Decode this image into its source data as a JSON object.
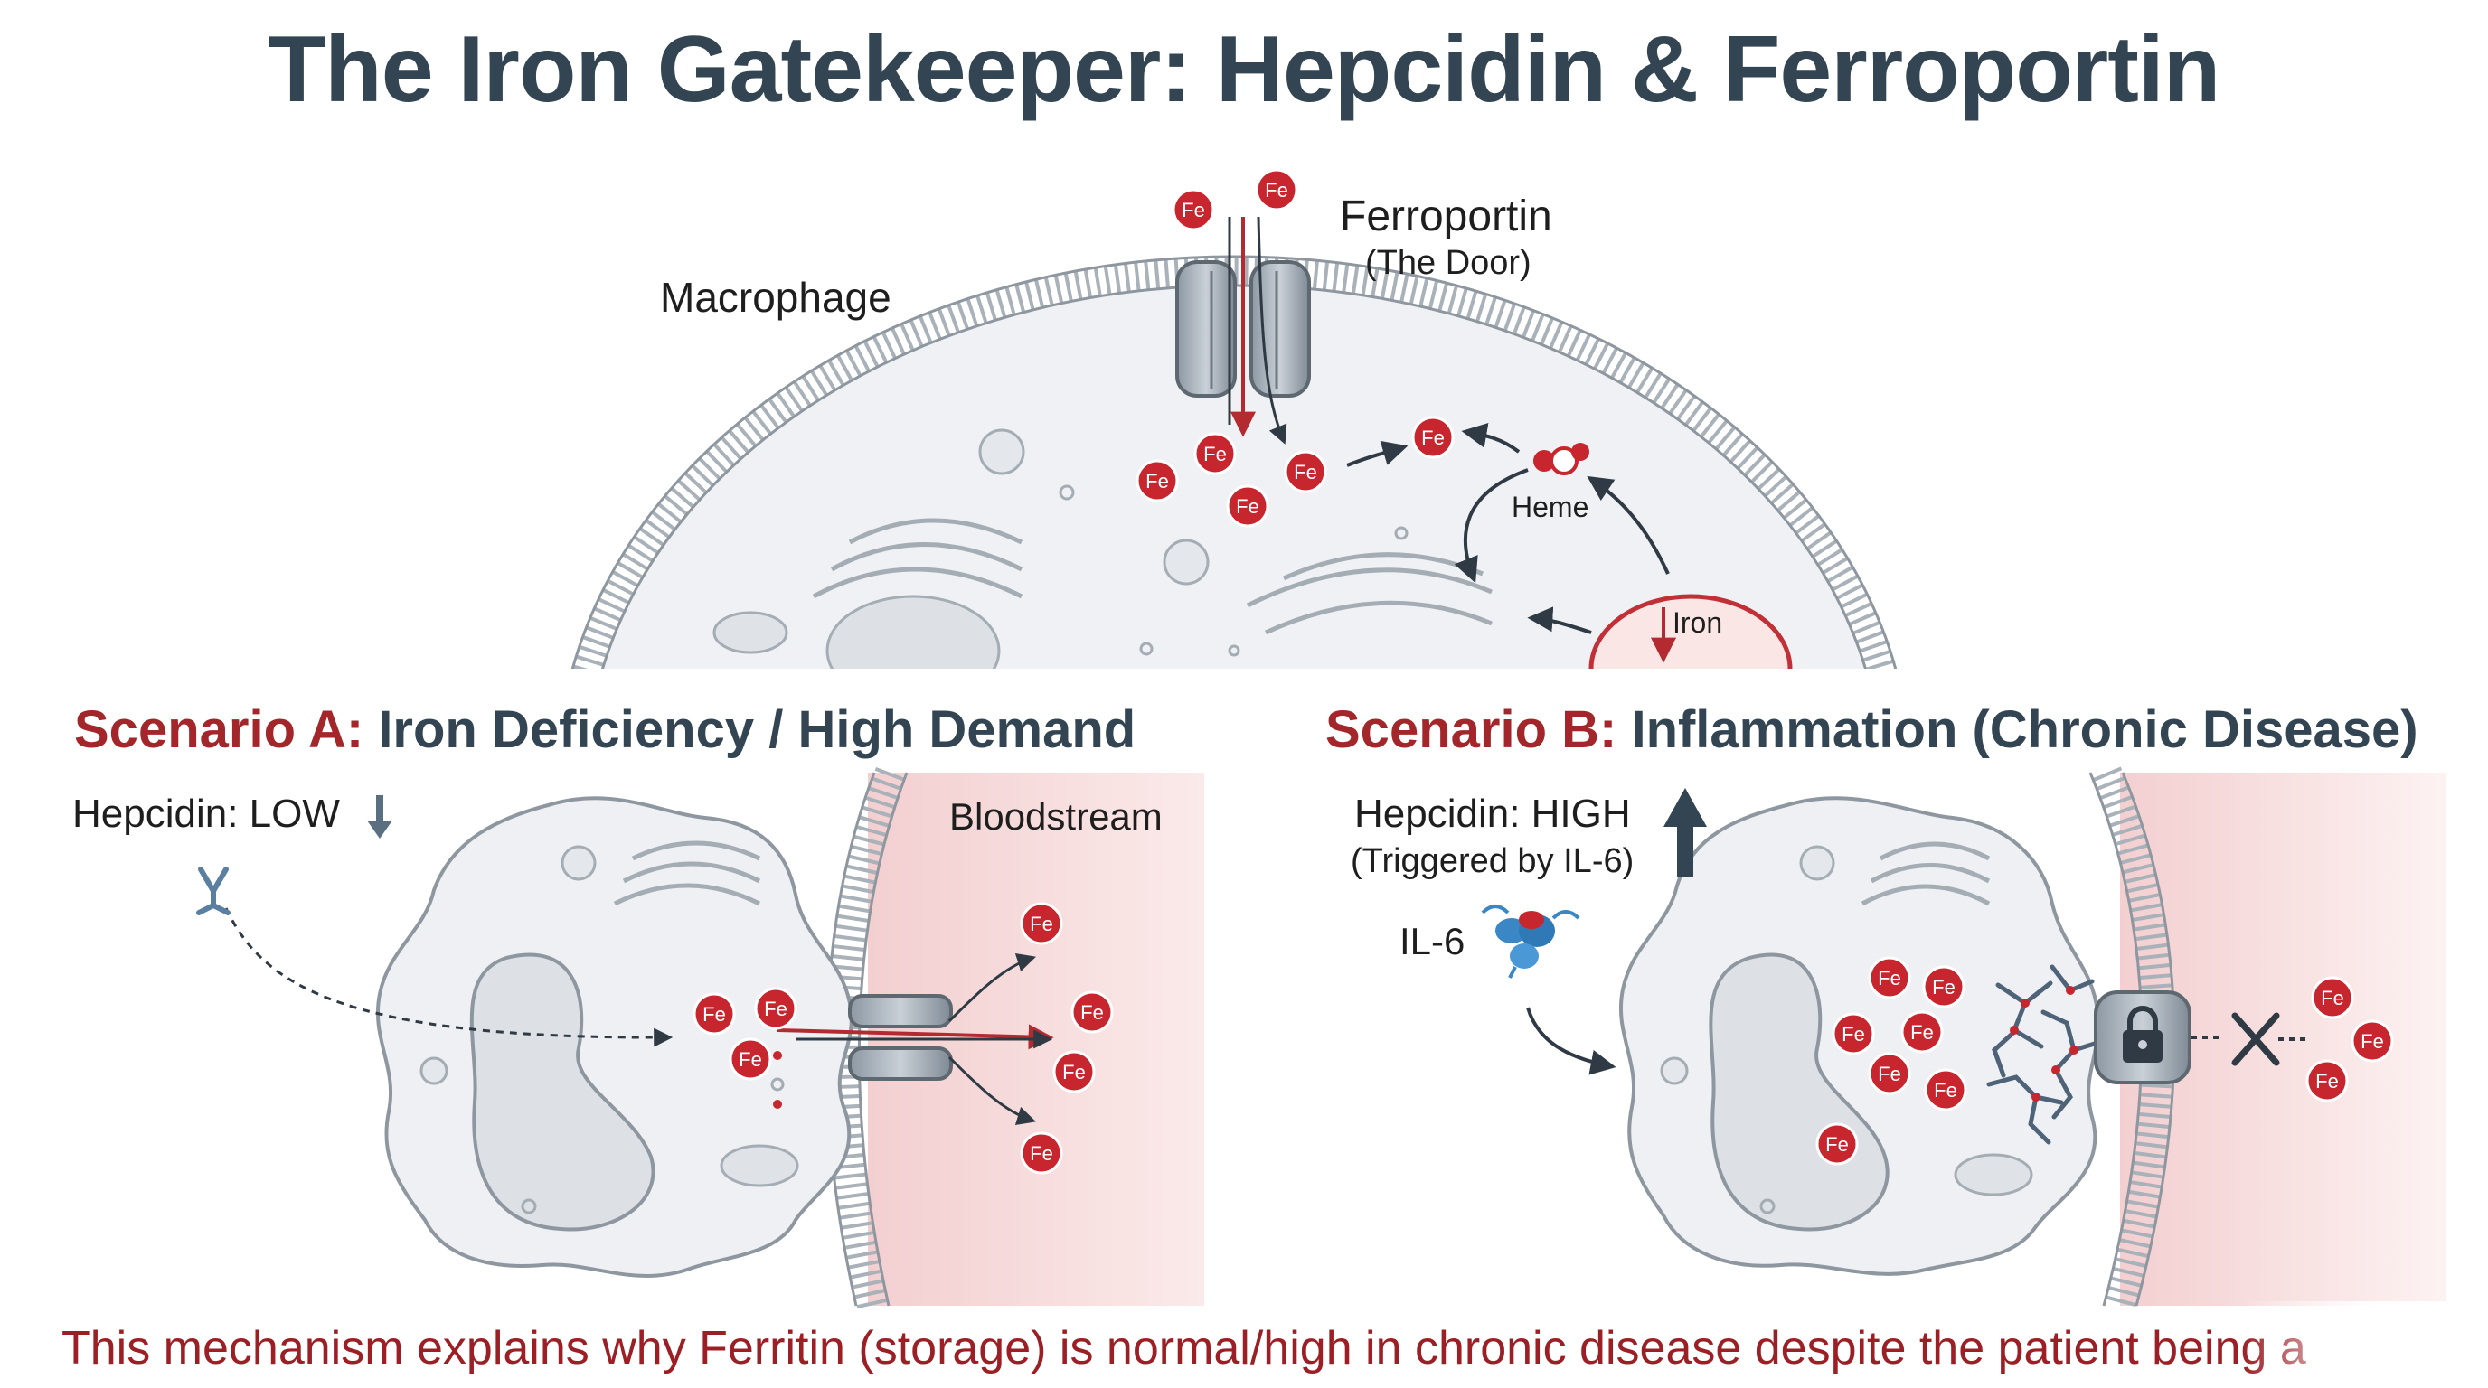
{
  "title": "The Iron Gatekeeper: Hepcidin & Ferroportin",
  "top": {
    "macrophage_label": "Macrophage",
    "ferroportin_label": "Ferroportin",
    "ferroportin_sub": "(The Door)",
    "heme_label": "Heme",
    "iron_label": "Iron"
  },
  "fe_label": "Fe",
  "scenario_a": {
    "prefix": "Scenario A:",
    "title": "Iron Deficiency / High Demand",
    "hepcidin": "Hepcidin: LOW",
    "bloodstream": "Bloodstream"
  },
  "scenario_b": {
    "prefix": "Scenario B:",
    "title": "Inflammation (Chronic Disease)",
    "hepcidin": "Hepcidin: HIGH",
    "hepcidin_sub": "(Triggered by IL-6)",
    "il6": "IL-6"
  },
  "footer": "This mechanism explains why Ferritin (storage) is normal/high in chronic disease despite the patient being a",
  "colors": {
    "title": "#334552",
    "accent_red": "#a3262b",
    "fe_fill": "#c8262e",
    "cell_fill": "#eef0f3",
    "membrane": "#9aa2aa",
    "bloodstream": "#f6dcdc"
  }
}
